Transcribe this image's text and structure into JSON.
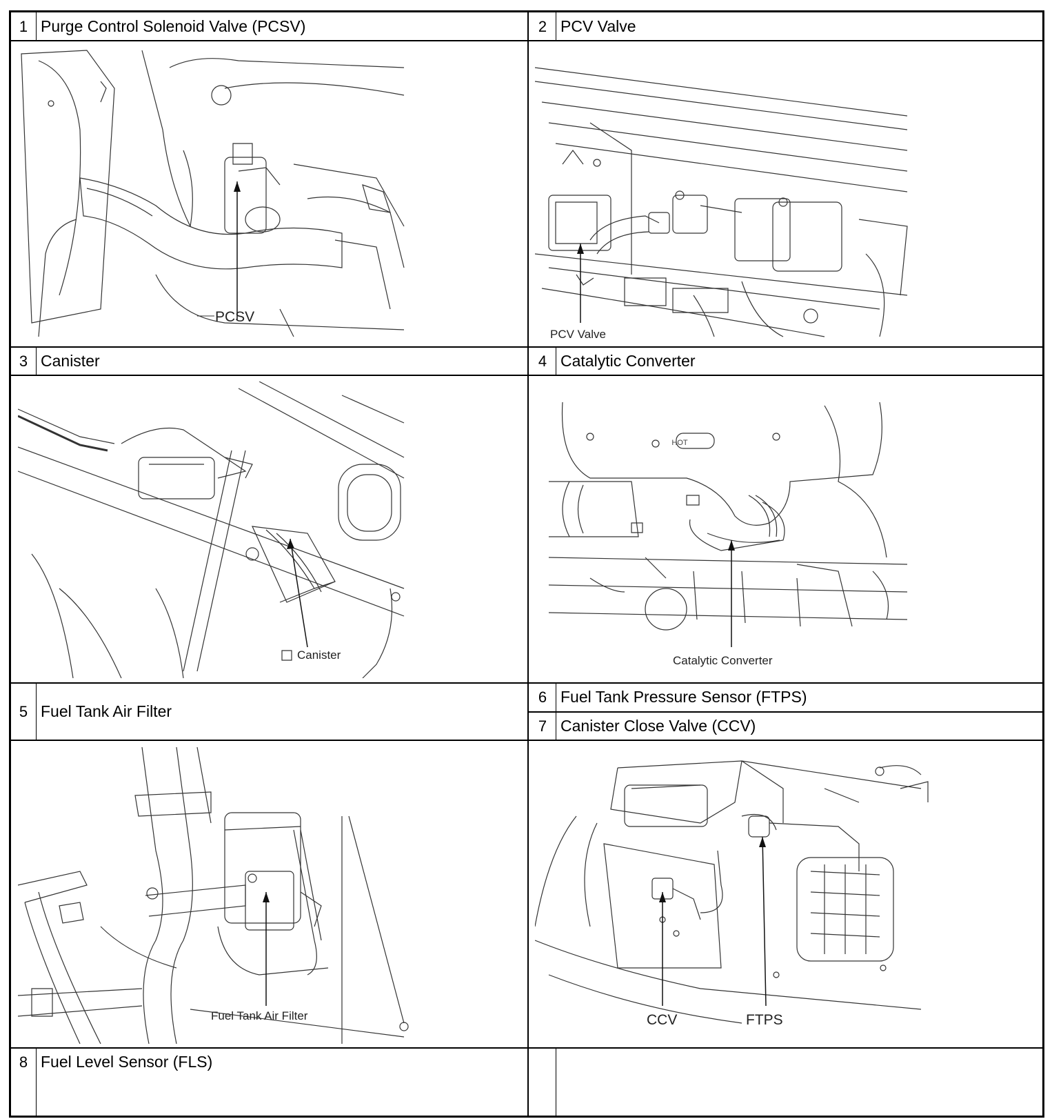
{
  "cells": [
    {
      "num": "1",
      "title": "Purge Control Solenoid Valve (PCSV)",
      "callout": "PCSV"
    },
    {
      "num": "2",
      "title": "PCV Valve",
      "callout": "PCV Valve"
    },
    {
      "num": "3",
      "title": "Canister",
      "callout": "Canister"
    },
    {
      "num": "4",
      "title": "Catalytic Converter",
      "callout": "Catalytic Converter"
    },
    {
      "num": "5",
      "title": "Fuel Tank Air Filter",
      "callout": "Fuel Tank Air Filter"
    },
    {
      "num": "6",
      "title": "Fuel Tank Pressure Sensor (FTPS)",
      "callout": "FTPS"
    },
    {
      "num": "7",
      "title": "Canister Close Valve (CCV)",
      "callout": "CCV"
    },
    {
      "num": "8",
      "title": "Fuel Level Sensor (FLS)"
    },
    {
      "num": "",
      "title": ""
    }
  ],
  "figure_text": {
    "hot_badge": "HOT"
  }
}
